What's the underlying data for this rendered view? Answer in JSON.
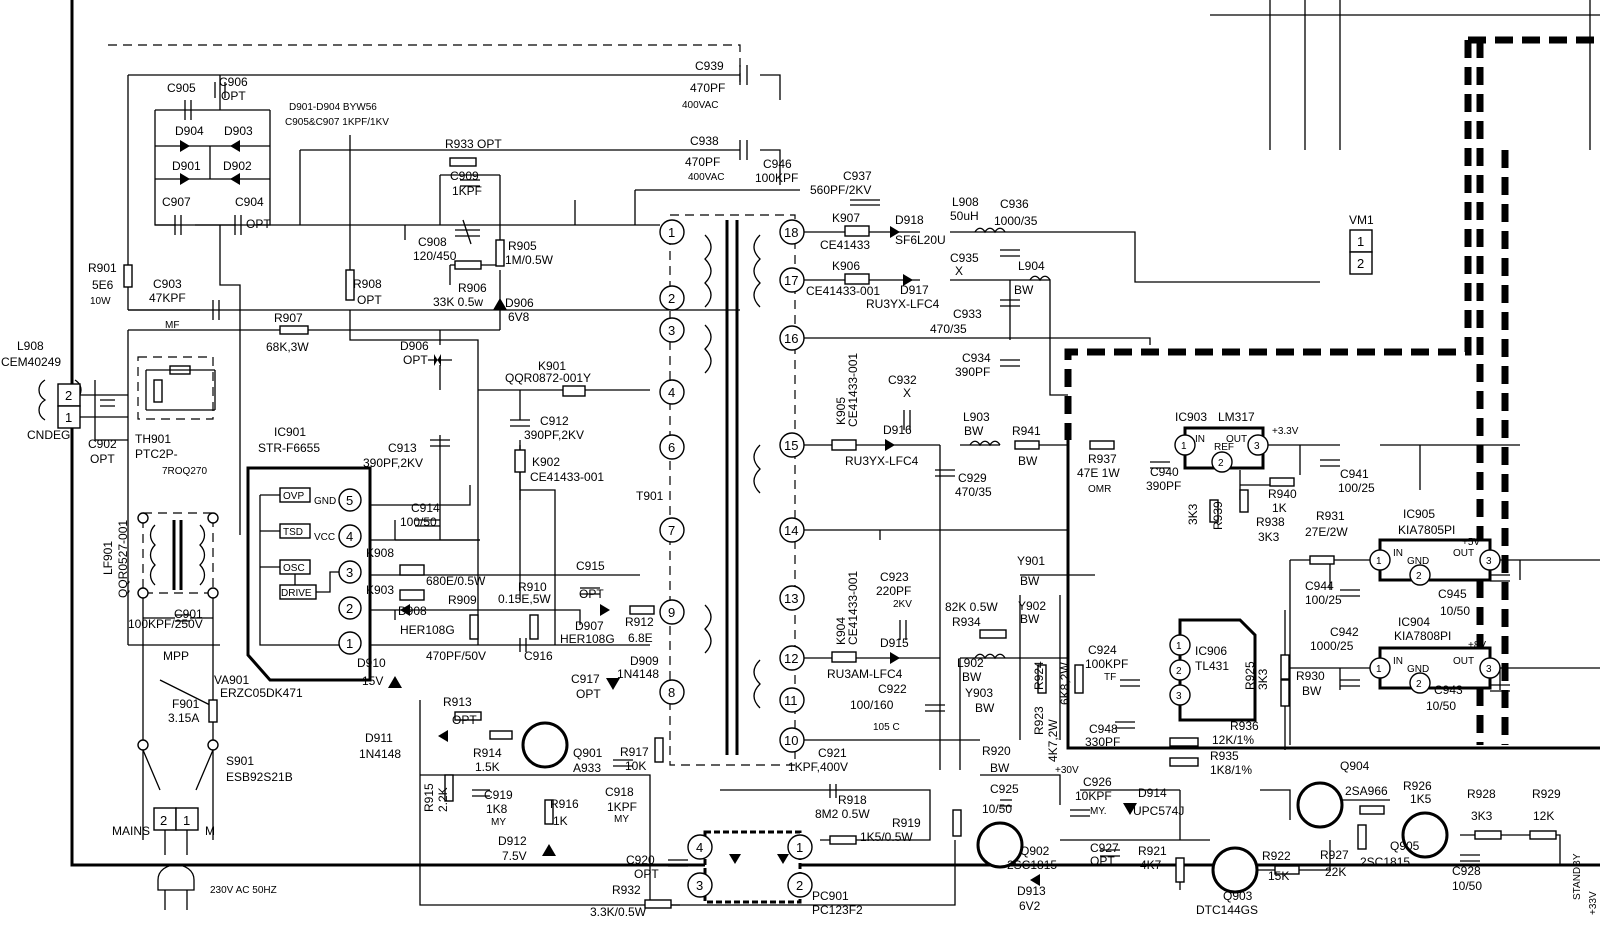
{
  "title": "",
  "labels": {
    "c939": "C939",
    "c939_val": "470PF",
    "c939_v": "400VAC",
    "c938": "C938",
    "c938_val": "470PF",
    "c938_v": "400VAC",
    "c946": "C946",
    "c946_val": "100KPF",
    "c937": "C937",
    "c937_val": "560PF/2KV",
    "c905": "C905",
    "c906": "C906",
    "c906_opt": "OPT",
    "d901_d904": "D901-D904 BYW56",
    "c905_c907": "C905&C907 1KPF/1KV",
    "d904": "D904",
    "d903": "D903",
    "d901": "D901",
    "d902": "D902",
    "c907": "C907",
    "c904": "C904",
    "c904_opt": "OPT",
    "r933": "R933  OPT",
    "c909": "C909",
    "c909_val": "1KPF",
    "c908": "C908",
    "c908_val": "120/450",
    "r905": "R905",
    "r905_val": "1M/0.5W",
    "r906": "R906",
    "r906_val": "33K 0.5w",
    "d906a": "D906",
    "d906a_val": "6V8",
    "r908": "R908",
    "r908_opt": "OPT",
    "r901": "R901",
    "r901_val": "5E6",
    "r901_w": "10W",
    "c903": "C903",
    "c903_val": "47KPF",
    "c903_mf": "MF",
    "r907": "R907",
    "r907_val": "68K,3W",
    "d906b": "D906",
    "d906b_opt": "OPT",
    "l908a": "L908",
    "l908a_val": "CEM40249",
    "cndeg": "CNDEG",
    "c902": "C902",
    "c902_opt": "OPT",
    "th901": "TH901",
    "th901_val": "PTC2P-",
    "th901_val2": "7ROQ270",
    "ic901": "IC901",
    "ic901_val": "STR-F6655",
    "ovp": "OVP",
    "tsd": "TSD",
    "osc": "OSC",
    "drive": "DRIVE",
    "gnd": "GND",
    "vcc": "VCC",
    "c913": "C913",
    "c913_val": "390PF,2KV",
    "c914": "C914",
    "c914_val": "100/50",
    "k908": "K908",
    "k903": "K903",
    "d908": "D908",
    "d908_val": "HER108G",
    "k901": "K901",
    "k901_val": "QQR0872-001Y",
    "c912": "C912",
    "c912_val": "390PF,2KV",
    "k902": "K902",
    "k902_val": "CE41433-001",
    "r909": "R909",
    "r909_val": "680E/0.5W",
    "r910": "R910",
    "r910_val": "0.15E,5W",
    "c916": "C916",
    "c916_val": "470PF/50V",
    "c915": "C915",
    "c915_opt": "OPT",
    "d907": "D907",
    "d907_val": "HER108G",
    "r912": "R912",
    "r912_val": "6.8E",
    "d909": "D909",
    "d909_val": "1N4148",
    "c917": "C917",
    "c917_opt": "OPT",
    "d910": "D910",
    "d910_val": "15V",
    "lf901": "LF901",
    "lf901_val": "QQR0527-001",
    "c901": "C901",
    "c901_val": "100KPF/250V",
    "mpp": "MPP",
    "va901": "VA901",
    "va901_val": "ERZC05DK471",
    "f901": "F901",
    "f901_val": "3.15A",
    "s901": "S901",
    "s901_val": "ESB92S21B",
    "mains": "MAINS",
    "m": "M",
    "ac": "230V AC 50HZ",
    "r913": "R913",
    "r913_opt": "OPT",
    "r914": "R914",
    "r914_val": "1.5K",
    "q901": "Q901",
    "q901_val": "A933",
    "r917": "R917",
    "r917_val": "10K",
    "c918": "C918",
    "c918_val": "1KPF",
    "c918_my": "MY",
    "d911": "D911",
    "d911_val": "1N4148",
    "r915": "R915",
    "r915_val": "2.2K",
    "c919": "C919",
    "c919_val": "1K8",
    "c919_my": "MY",
    "r916": "R916",
    "r916_val": "1K",
    "d912": "D912",
    "d912_val": "7.5V",
    "c920": "C920",
    "c920_opt": "OPT",
    "r932": "R932",
    "r932_val": "3.3K/0.5W",
    "pc901": "PC901",
    "pc901_val": "PC123F2",
    "t901": "T901",
    "k907": "K907",
    "k907_val": "CE41433",
    "d918": "D918",
    "d918_val": "SF6L20U",
    "k906": "K906",
    "k906_val": "CE41433-001",
    "d917": "D917",
    "d917_val": "RU3YX-LFC4",
    "c935": "C935",
    "c935_x": "X",
    "l908b": "L908",
    "l908b_val": "50uH",
    "c936": "C936",
    "c936_val": "1000/35",
    "l904": "L904",
    "l904_val": "BW",
    "c933": "C933",
    "c933_val": "470/35",
    "c934": "C934",
    "c934_val": "390PF",
    "vm1": "VM1",
    "k905": "K905",
    "k905_val": "CE41433-001",
    "c932": "C932",
    "c932_x": "X",
    "d916": "D916",
    "d916_val": "RU3YX-LFC4",
    "l903": "L903",
    "l903_val": "BW",
    "r941": "R941",
    "r941_val": "BW",
    "c929": "C929",
    "c929_val": "470/35",
    "r937": "R937",
    "r937_val": "47E 1W",
    "r937_omr": "OMR",
    "ic903": "IC903",
    "ic903_val": "LM317",
    "in": "IN",
    "ref": "REF",
    "out": "OUT",
    "v33": "+3.3V",
    "c940": "C940",
    "c940_val": "390PF",
    "r939": "R939",
    "r939_val": "3K3",
    "r940": "R940",
    "r940_val": "1K",
    "r938": "R938",
    "r938_val": "3K3",
    "c941": "C941",
    "c941_val": "100/25",
    "ic905": "IC905",
    "ic905_val": "KIA7805PI",
    "v5": "+5V",
    "r931": "R931",
    "r931_val": "27E/2W",
    "c944": "C944",
    "c944_val": "100/25",
    "c945": "C945",
    "c945_val": "10/50",
    "ic904": "IC904",
    "ic904_val": "KIA7808PI",
    "v8": "+8V",
    "c942": "C942",
    "c942_val": "1000/25",
    "r930": "R930",
    "r930_val": "BW",
    "c943": "C943",
    "c943_val": "10/50",
    "r925": "R925",
    "r925_val": "3K3",
    "y901": "Y901",
    "y901_val": "BW",
    "y902": "Y902",
    "y902_val": "BW",
    "y903": "Y903",
    "y903_val": "BW",
    "r934": "R934",
    "r934_val": "82K 0.5W",
    "k904": "K904",
    "k904_val": "CE41433-001",
    "c923": "C923",
    "c923_val": "220PF",
    "c923_kv": "2KV",
    "d915": "D915",
    "d915_val": "RU3AM-LFC4",
    "l902": "L902",
    "l902_val": "BW",
    "c922": "C922",
    "c922_val": "100/160",
    "c922_t": "105 C",
    "ic906": "IC906",
    "ic906_val": "TL431",
    "c924": "C924",
    "c924_val": "100KPF",
    "tf": "TF",
    "c948": "C948",
    "c948_val": "330PF",
    "r924": "R924",
    "r924_val": "6K8,2W",
    "r923": "R923",
    "r923_val": "4K7,2W",
    "r936": "R936",
    "r936_val": "12K/1%",
    "r935": "R935",
    "r935_val": "1K8/1%",
    "c921": "C921",
    "c921_val": "1KPF,400V",
    "r918": "R918",
    "r918_val": "8M2 0.5W",
    "r919": "R919",
    "r919_val": "1K5/0.5W",
    "r920": "R920",
    "r920_val": "BW",
    "c925": "C925",
    "c925_val": "10/50",
    "v30": "+30V",
    "c926": "C926",
    "c926_val": "10KPF",
    "c926_my": "MY.",
    "d914": "D914",
    "d914_val": "UPC574J",
    "q902": "Q902",
    "q902_val": "2SC1815",
    "d913": "D913",
    "d913_val": "6V2",
    "c927": "C927",
    "c927_opt": "OPT",
    "r921": "R921",
    "r921_val": "4K7",
    "q903": "Q903",
    "q903_val": "DTC144GS",
    "r922": "R922",
    "r922_val": "15K",
    "q904": "Q904",
    "q904_val": "2SA966",
    "r926": "R926",
    "r926_val": "1K5",
    "r927": "R927",
    "r927_val": "22K",
    "q905": "Q905",
    "q905_val": "2SC1815",
    "r928": "R928",
    "r928_val": "3K3",
    "r929": "R929",
    "r929_val": "12K",
    "c928": "C928",
    "c928_val": "10/50",
    "standby": "STANDBY",
    "v33b": "+33V",
    "p1": "1",
    "p2": "2",
    "p3": "3",
    "p4": "4",
    "p5": "5",
    "p6": "6",
    "p7": "7",
    "p8": "8",
    "p9": "9",
    "p10": "10",
    "p11": "11",
    "p12": "12",
    "p13": "13",
    "p14": "14",
    "p15": "15",
    "p16": "16",
    "p17": "17",
    "p18": "18"
  }
}
